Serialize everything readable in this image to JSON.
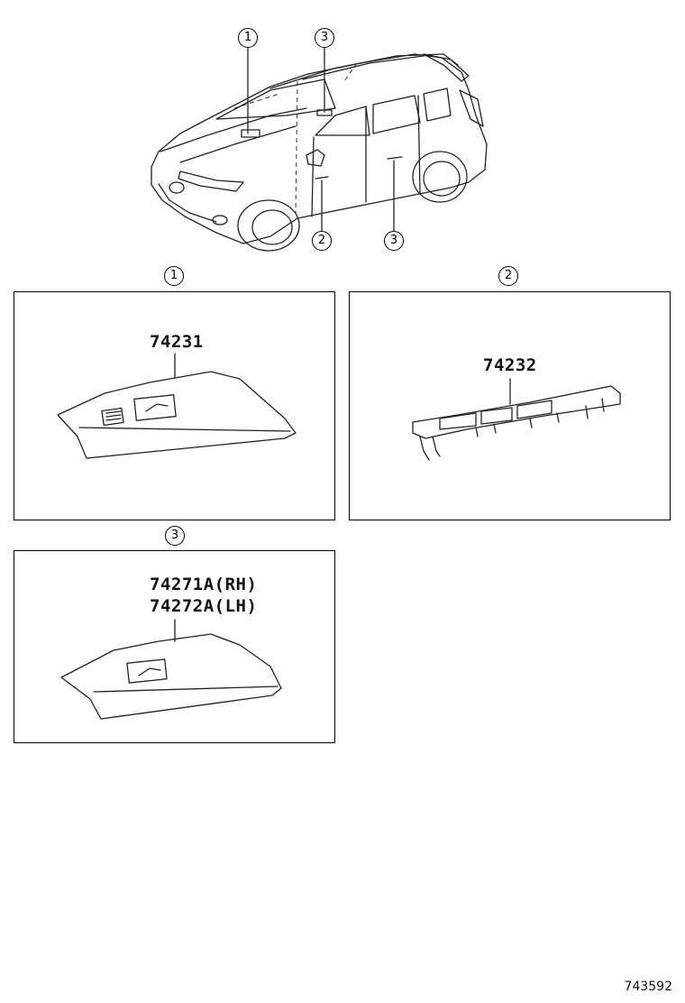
{
  "callouts": {
    "top_1": "1",
    "top_3": "3",
    "bottom_2": "2",
    "bottom_3": "3",
    "panel_1": "1",
    "panel_2": "2",
    "panel_3": "3"
  },
  "panels": {
    "panel_1": {
      "part_number": "74231"
    },
    "panel_2": {
      "part_number": "74232"
    },
    "panel_3": {
      "part_numbers": [
        "74271A(RH)",
        "74272A(LH)"
      ]
    }
  },
  "footer": {
    "code": "743592"
  }
}
